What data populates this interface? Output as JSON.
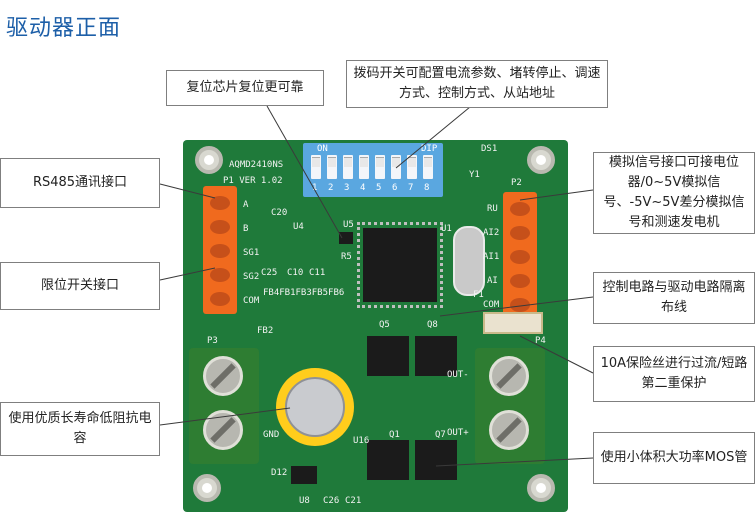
{
  "title": "驱动器正面",
  "callouts": {
    "reset": "复位芯片复位更可靠",
    "dip": "拨码开关可配置电流参数、堵转停止、调速方式、控制方式、从站地址",
    "rs485": "RS485通讯接口",
    "limit": "限位开关接口",
    "analog": "模拟信号接口可接电位器/0~5V模拟信号、-5V~5V差分模拟信号和测速发电机",
    "isolation": "控制电路与驱动电路隔离布线",
    "fuse": "10A保险丝进行过流/短路第二重保护",
    "cap": "使用优质长寿命低阻抗电容",
    "mos": "使用小体积大功率MOS管"
  },
  "board": {
    "model": "AQMD2410NS",
    "version": "P1 VER 1.02",
    "dip_on": "ON",
    "dip_label": "DIP",
    "dip_numbers": [
      "1",
      "2",
      "3",
      "4",
      "5",
      "6",
      "7",
      "8"
    ],
    "ds1": "DS1",
    "y1": "Y1",
    "p2": "P2",
    "p3": "P3",
    "p4": "P4",
    "f1": "F1",
    "fb2": "FB2",
    "q5": "Q5",
    "q8": "Q8",
    "u1": "U1",
    "u4": "U4",
    "u5": "U5",
    "u8": "U8",
    "u16": "U16",
    "r5": "R5",
    "c20": "C20",
    "c25": "C25",
    "c10": "C10",
    "c11": "C11",
    "c26": "C26",
    "c21": "C21",
    "d12": "D12",
    "fb_row": "FB4FB1FB3FB5FB6",
    "left_pins": [
      "A",
      "B",
      "SG1",
      "SG2",
      "COM"
    ],
    "right_pins": [
      "RU",
      "AI2",
      "AI1",
      "AI",
      "COM"
    ],
    "out_minus": "OUT-",
    "out_plus": "OUT+",
    "gnd": "GND",
    "q1": "Q1",
    "q7": "Q7"
  }
}
